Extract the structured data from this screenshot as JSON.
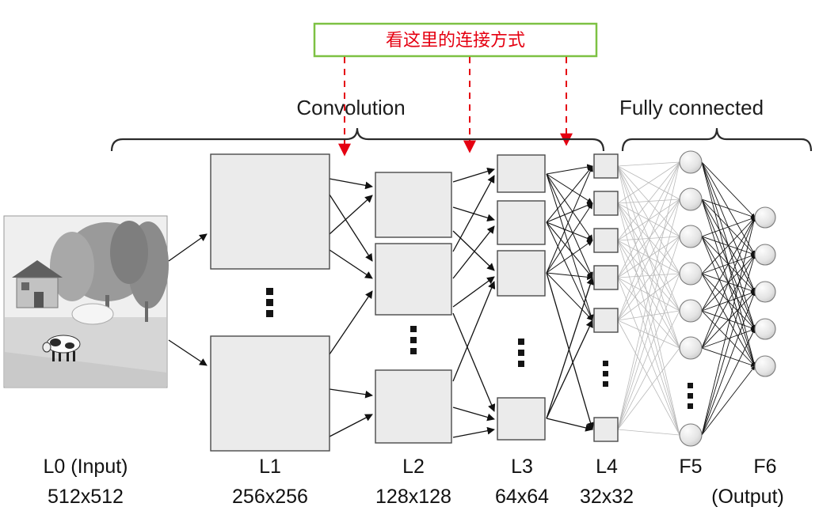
{
  "callout": {
    "text": "看这里的连接方式"
  },
  "section_labels": {
    "convolution": "Convolution",
    "fully_connected": "Fully connected"
  },
  "layers": [
    {
      "name": "L0 (Input)",
      "size": "512x512"
    },
    {
      "name": "L1",
      "size": "256x256"
    },
    {
      "name": "L2",
      "size": "128x128"
    },
    {
      "name": "L3",
      "size": "64x64"
    },
    {
      "name": "L4",
      "size": "32x32"
    },
    {
      "name": "F5",
      "size": ""
    },
    {
      "name": "F6",
      "size": "(Output)"
    }
  ],
  "colors": {
    "callout_border": "#7dc143",
    "callout_text": "#e50011",
    "dashed_arrow": "#e50011",
    "feature_map_fill": "#ebebeb",
    "feature_map_stroke": "#4a4a4a",
    "connection_line": "#111111",
    "fc_mesh_line": "#b9b9b9"
  }
}
